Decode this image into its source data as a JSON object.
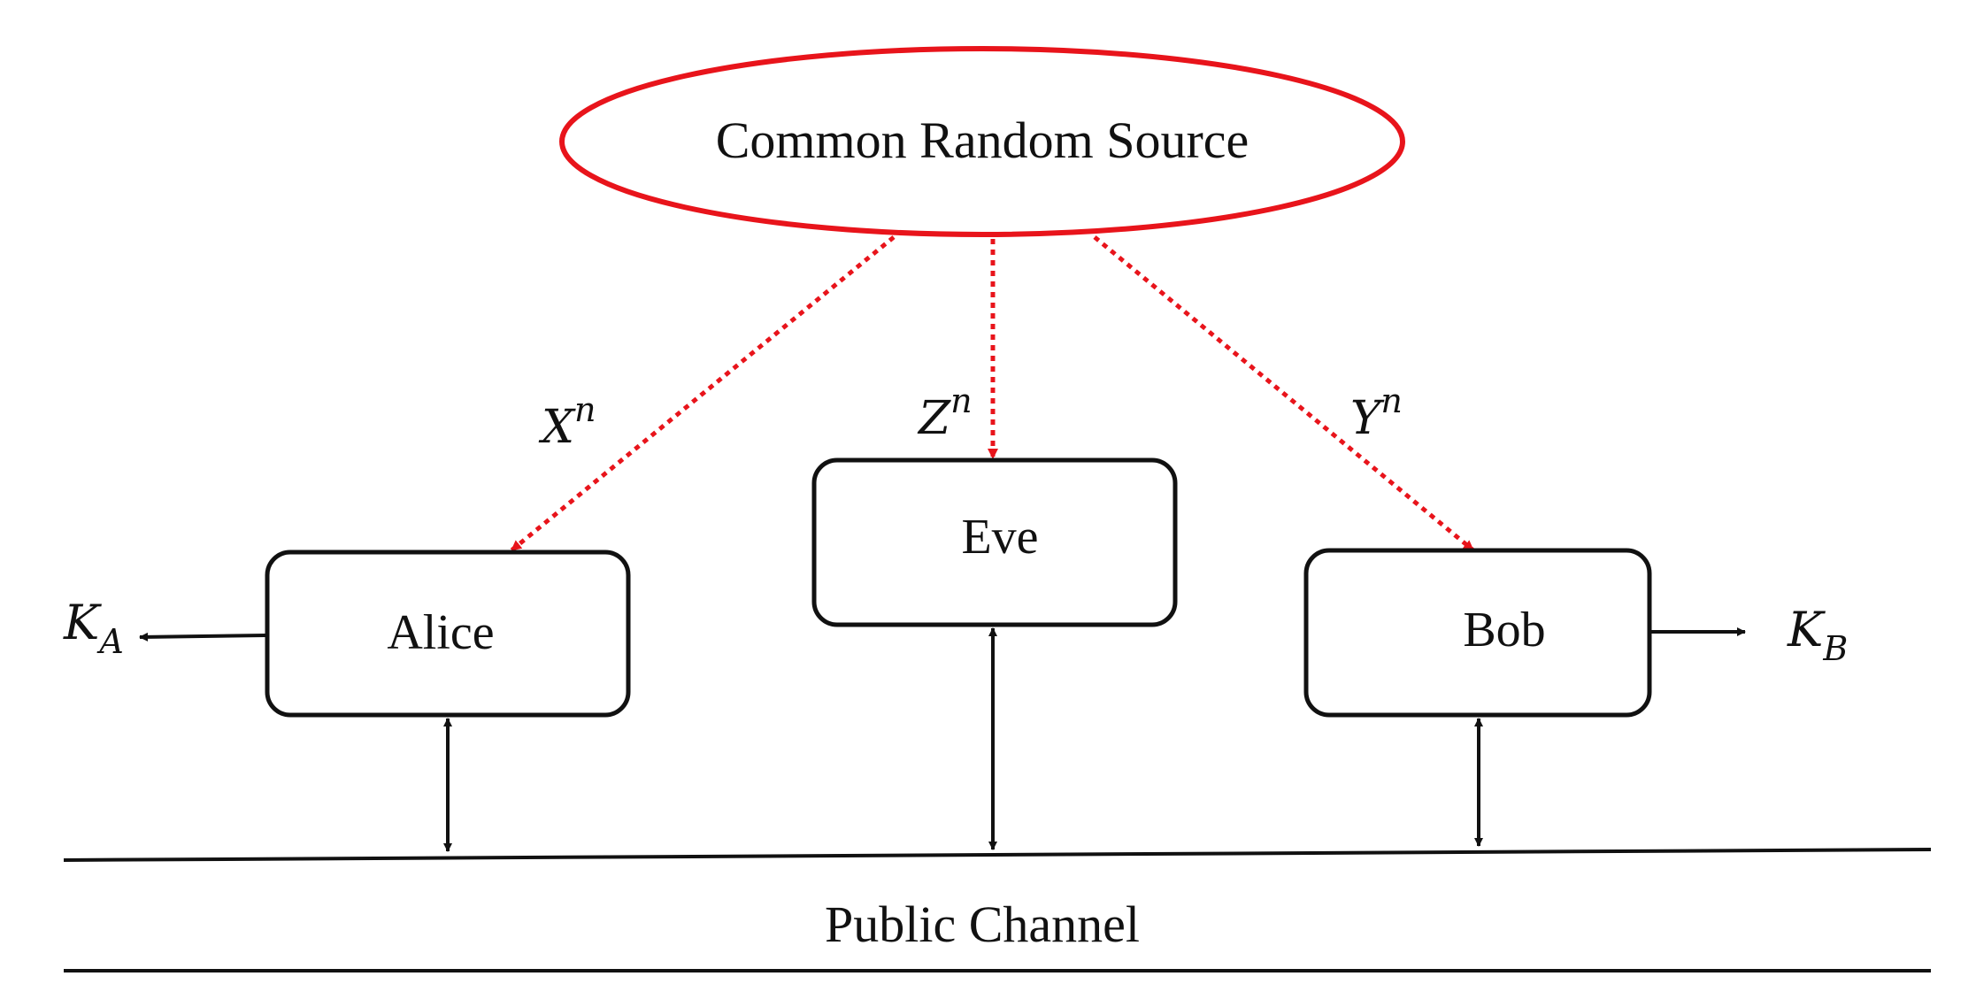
{
  "source": {
    "label": "Common Random Source",
    "color": "#e8141b"
  },
  "nodes": {
    "alice": {
      "label": "Alice"
    },
    "eve": {
      "label": "Eve"
    },
    "bob": {
      "label": "Bob"
    }
  },
  "observations": {
    "alice": {
      "base": "X",
      "sup": "n"
    },
    "eve": {
      "base": "Z",
      "sup": "n"
    },
    "bob": {
      "base": "Y",
      "sup": "n"
    }
  },
  "keys": {
    "alice": {
      "base": "K",
      "sub": "A"
    },
    "bob": {
      "base": "K",
      "sub": "B"
    }
  },
  "channel": {
    "label": "Public Channel"
  },
  "colors": {
    "line": "#111111",
    "observation_arrow": "#e8141b"
  }
}
